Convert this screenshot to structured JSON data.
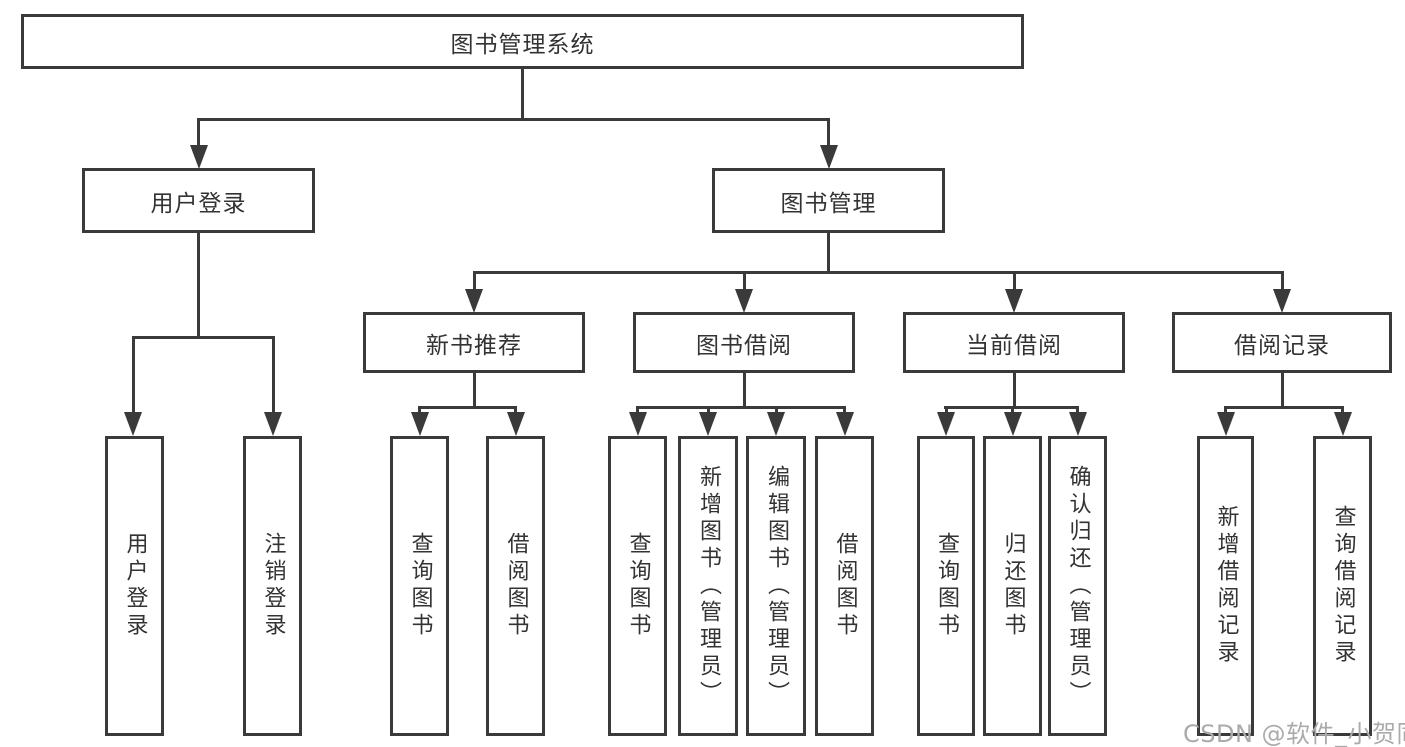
{
  "diagram_title": "图书管理系统",
  "tree": {
    "label": "图书管理系统",
    "children": [
      {
        "label": "用户登录",
        "children": [
          {
            "label": "用户登录"
          },
          {
            "label": "注销登录"
          }
        ]
      },
      {
        "label": "图书管理",
        "children": [
          {
            "label": "新书推荐",
            "children": [
              {
                "label": "查询图书"
              },
              {
                "label": "借阅图书"
              }
            ]
          },
          {
            "label": "图书借阅",
            "children": [
              {
                "label": "查询图书"
              },
              {
                "label": "新增图书（管理员）"
              },
              {
                "label": "编辑图书（管理员）"
              },
              {
                "label": "借阅图书"
              }
            ]
          },
          {
            "label": "当前借阅",
            "children": [
              {
                "label": "查询图书"
              },
              {
                "label": "归还图书"
              },
              {
                "label": "确认归还（管理员）"
              }
            ]
          },
          {
            "label": "借阅记录",
            "children": [
              {
                "label": "新增借阅记录"
              },
              {
                "label": "查询借阅记录"
              }
            ]
          }
        ]
      }
    ]
  },
  "watermark": {
    "text": "CSDN @软件_小贺同学"
  },
  "colors": {
    "line": "#3a3a3a",
    "text": "#333333",
    "watermark": "#ababab",
    "background": "#ffffff"
  }
}
